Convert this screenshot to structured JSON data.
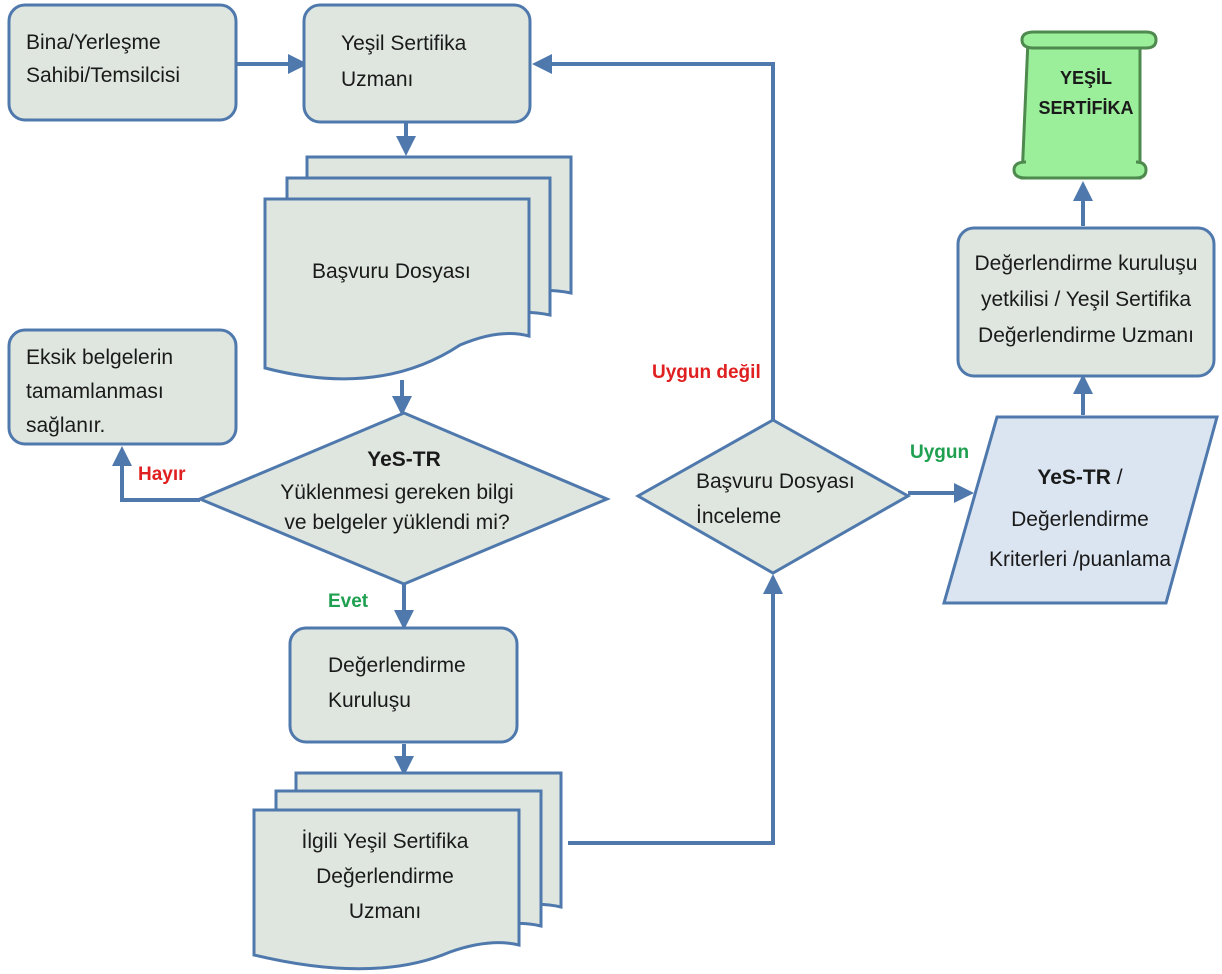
{
  "colors": {
    "node_fill": "#dfe6df",
    "node_border": "#4f79ad",
    "arrow": "#4f79ad",
    "certificate_fill": "#9bef9b",
    "certificate_border": "#4e8a4e",
    "criteria_fill": "#dbe5f1",
    "label_red": "#e02020",
    "label_green": "#1fa050"
  },
  "nodes": {
    "owner": {
      "lines": [
        "Bina/Yerleşme",
        "Sahibi/Temsilcisi"
      ]
    },
    "expert": {
      "lines": [
        "Yeşil Sertifika",
        "Uzmanı"
      ]
    },
    "application_file": {
      "lines": [
        "Başvuru Dosyası"
      ]
    },
    "missing_docs": {
      "lines": [
        "Eksik belgelerin",
        "tamamlanması",
        "sağlanır."
      ]
    },
    "decision_upload": {
      "title": "YeS-TR",
      "lines": [
        "Yüklenmesi gereken bilgi",
        "ve belgeler yüklendi mi?"
      ]
    },
    "assessment_org": {
      "lines": [
        "Değerlendirme",
        "Kuruluşu"
      ]
    },
    "assessment_expert_docs": {
      "lines": [
        "İlgili Yeşil Sertifika",
        "Değerlendirme",
        "Uzmanı"
      ]
    },
    "review": {
      "lines": [
        "Başvuru Dosyası",
        "İnceleme"
      ]
    },
    "criteria": {
      "bold": "YeS-TR",
      "rest": " /",
      "lines": [
        "Değerlendirme",
        "Kriterleri /puanlama"
      ]
    },
    "authority": {
      "lines": [
        "Değerlendirme kuruluşu",
        "yetkilisi / Yeşil Sertifika",
        "Değerlendirme Uzmanı"
      ]
    },
    "certificate": {
      "lines": [
        "YEŞİL",
        "SERTİFİKA"
      ]
    }
  },
  "edge_labels": {
    "no": "Hayır",
    "yes": "Evet",
    "not_suitable": "Uygun değil",
    "suitable": "Uygun"
  }
}
